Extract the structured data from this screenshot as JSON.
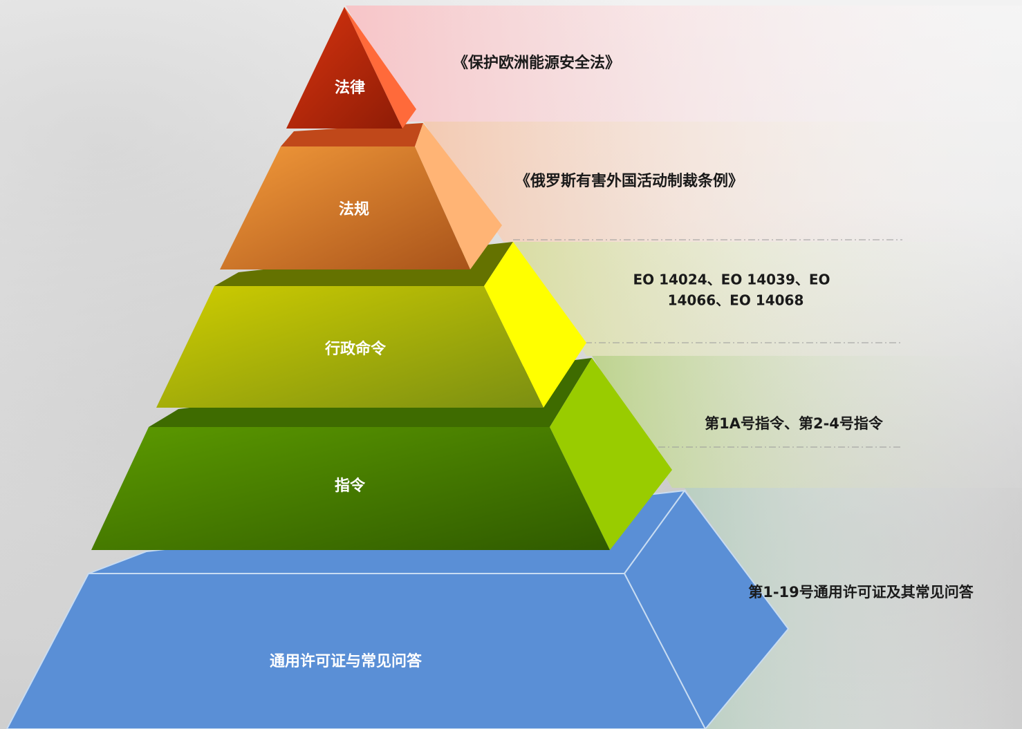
{
  "tiers": [
    {
      "label": "法律",
      "description": [
        "《保护欧洲能源安全法》"
      ]
    },
    {
      "label": "法规",
      "description": [
        "《俄罗斯有害外国活动制裁条例》"
      ]
    },
    {
      "label": "行政命令",
      "description": [
        "EO 14024、EO 14039、EO",
        "14066、EO 14068"
      ]
    },
    {
      "label": "指令",
      "description": [
        "第1A号指令、第2-4号指令"
      ]
    },
    {
      "label": "通用许可证与常见问答",
      "description": [
        "第1-19号通用许可证及其常见问答"
      ]
    }
  ],
  "colors": {
    "law_front": "#c9300f",
    "law_side": "#ff6a3a",
    "law_band": "#f9c9cc",
    "regulation_front": "#e98b33",
    "regulation_side": "#ffb475",
    "regulation_band": "#f6d2bf",
    "eo_front": "#c8c400",
    "eo_side": "#ffff00",
    "eo_band": "#dde0b0",
    "directive_front": "#4a8a00",
    "directive_side": "#99cc00",
    "directive_band": "#c6d89a",
    "license_front": "#5a8fd6",
    "license_side": "#5a8fd6",
    "license_band": "#c5d8cc"
  }
}
